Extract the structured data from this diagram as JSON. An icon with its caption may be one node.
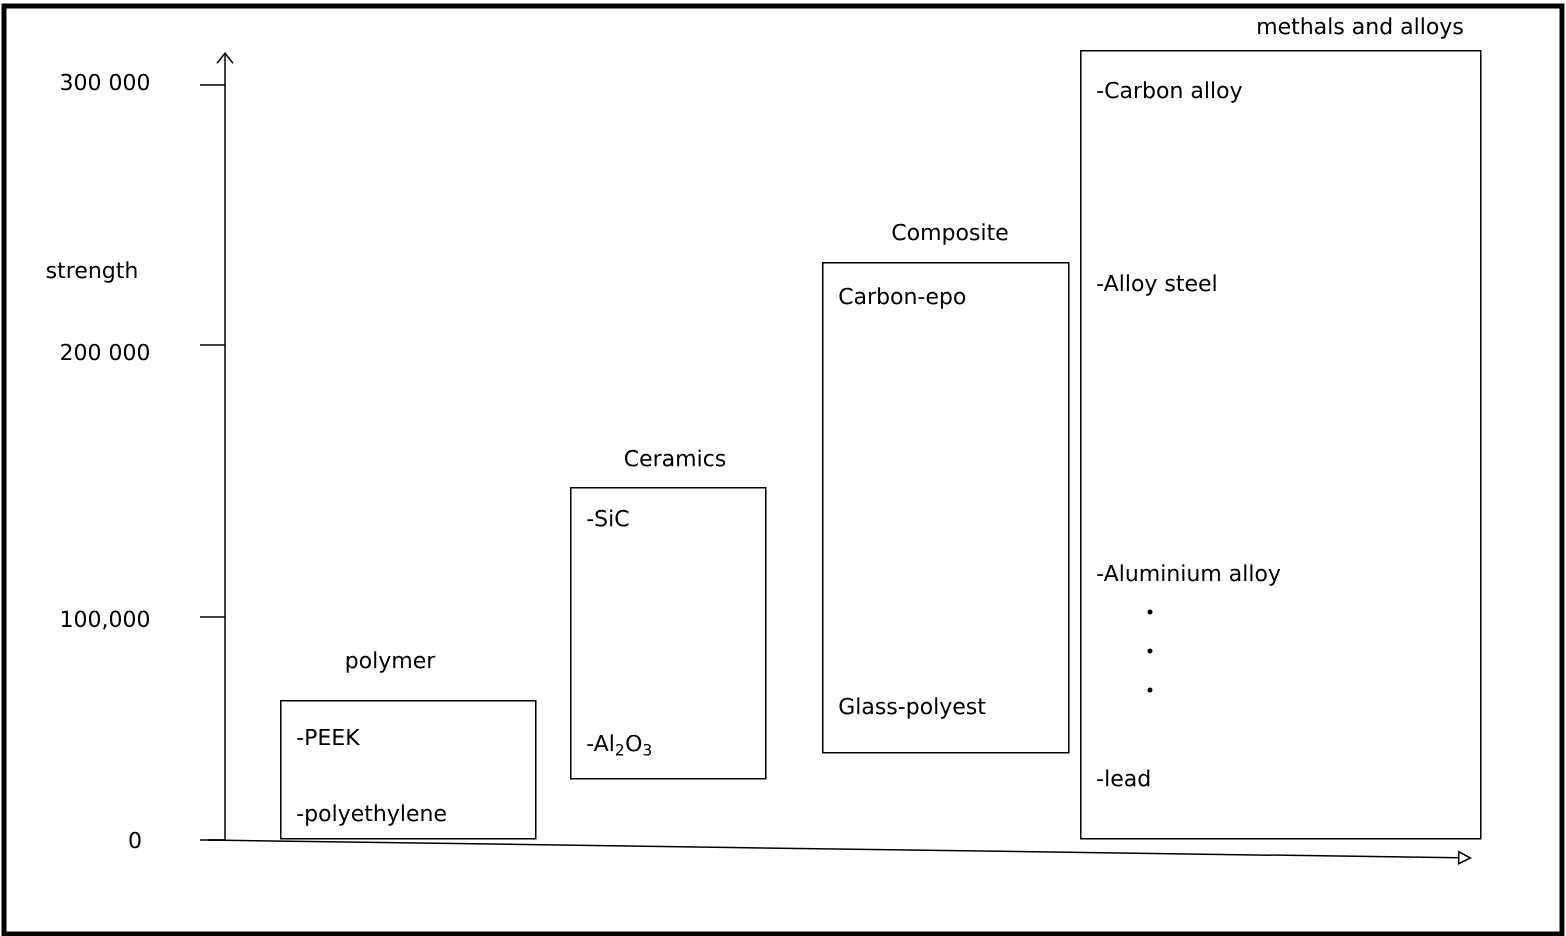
{
  "diagram": {
    "nodes": [
      {
        "text": [
          "polymer",
          "-PEEK",
          "-polyethylene"
        ]
      },
      {
        "text": [
          "Ceramics",
          "-SiC",
          "-Al$_{2}$O$_{3}$"
        ]
      },
      {
        "text": [
          "Composite",
          "Carbon-epo",
          "Glass-polyest"
        ]
      },
      {
        "text": [
          "methals and alloys",
          "-Carbon alloy",
          "-Alloy steel",
          "-Aluminium alloy",
          "-lead"
        ]
      }
    ],
    "labels": [
      "300 000",
      "strength",
      "200 000",
      "100,000",
      "0"
    ]
  }
}
